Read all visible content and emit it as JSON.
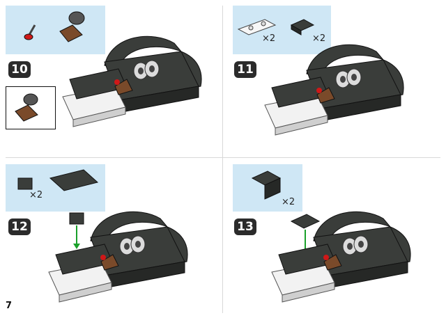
{
  "page": {
    "number": "7"
  },
  "steps": [
    {
      "number": "10",
      "parts": []
    },
    {
      "number": "11",
      "parts": [
        {
          "qty": "×2"
        },
        {
          "qty": "×2"
        }
      ]
    },
    {
      "number": "12",
      "parts": [
        {
          "qty": "×2"
        }
      ]
    },
    {
      "number": "13",
      "parts": [
        {
          "qty": "×2"
        }
      ]
    }
  ],
  "colors": {
    "parts_background": "#cfe7f5",
    "badge": "#2b2b2b",
    "brick_dark": "#3a3d3a",
    "brick_white": "#f2f2f2",
    "brick_brown": "#7a4a2a",
    "brick_red": "#d01818",
    "arrow": "#1aa02a"
  }
}
